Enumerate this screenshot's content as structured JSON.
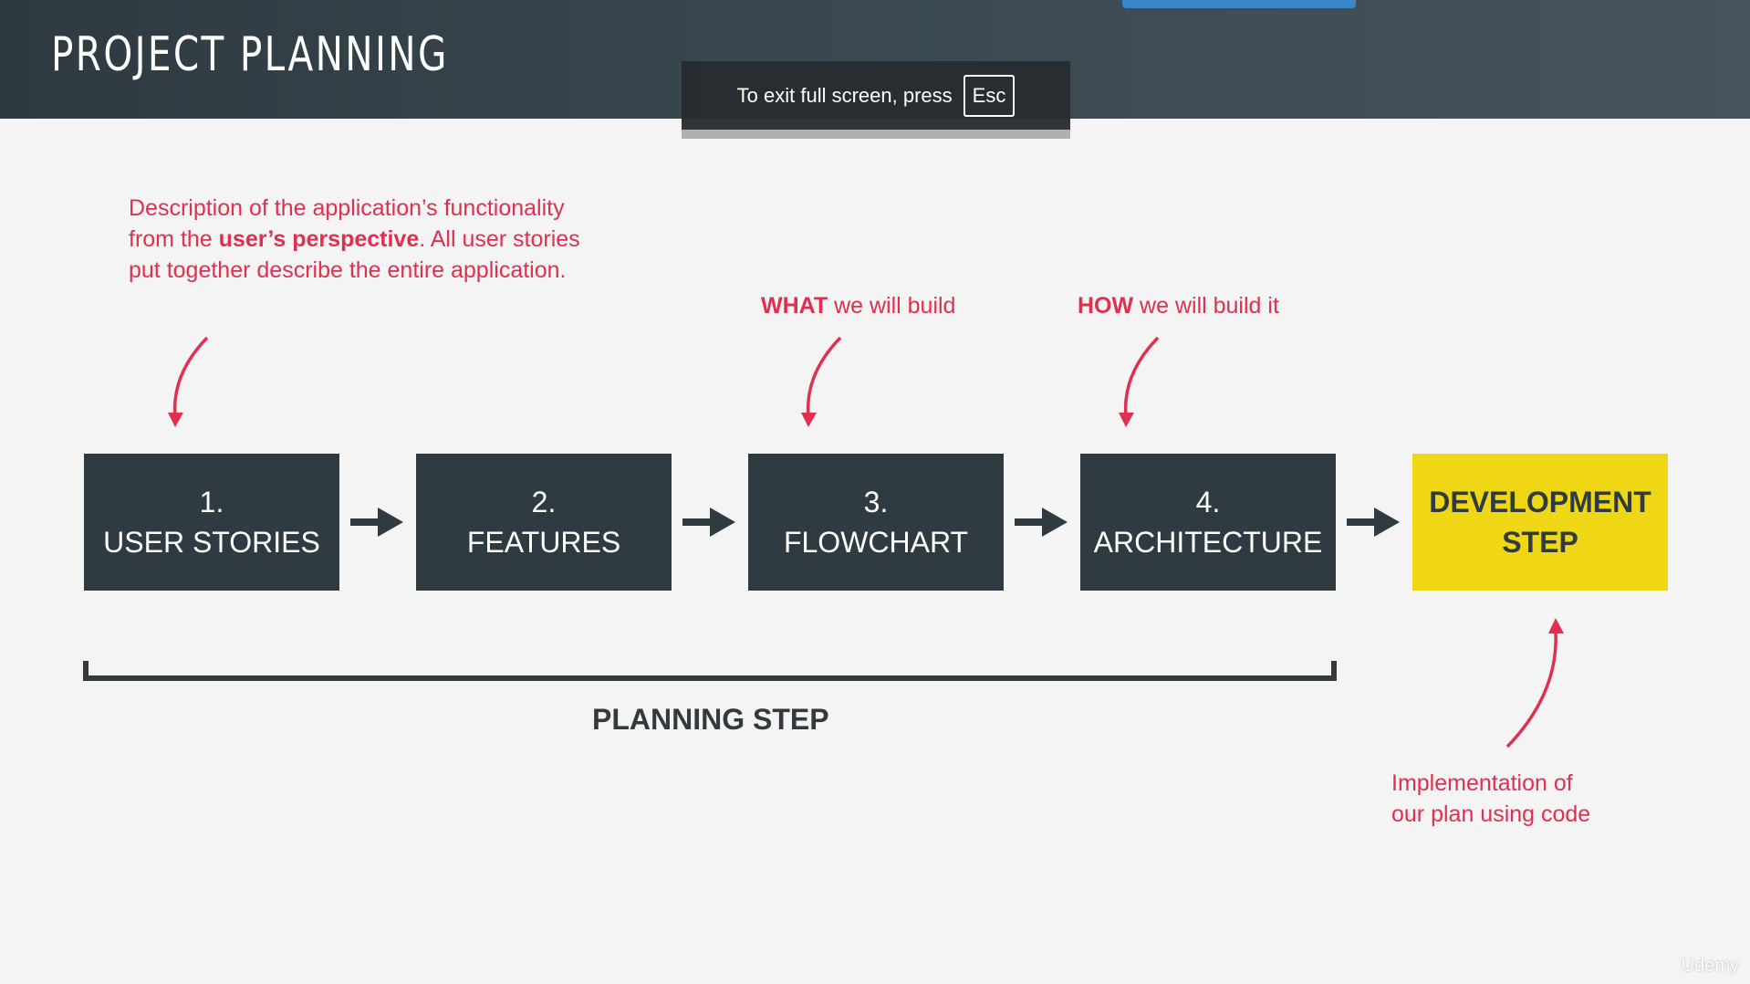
{
  "header": {
    "title": "PROJECT PLANNING"
  },
  "fullscreen_notice": {
    "text": "To exit full screen, press",
    "key": "Esc"
  },
  "annotations": {
    "user_stories": {
      "parts": [
        {
          "text": "Description of the application’s functionality from the ",
          "bold": false
        },
        {
          "text": "user’s perspective",
          "bold": true
        },
        {
          "text": ". All user stories put together describe the entire application.",
          "bold": false
        }
      ]
    },
    "flowchart": {
      "strong": "WHAT",
      "rest": " we will build"
    },
    "architecture": {
      "strong": "HOW",
      "rest": " we will build it"
    },
    "development": {
      "line1": "Implementation of",
      "line2": "our plan using code"
    }
  },
  "steps": [
    {
      "number": "1.",
      "label": "USER STORIES"
    },
    {
      "number": "2.",
      "label": "FEATURES"
    },
    {
      "number": "3.",
      "label": "FLOWCHART"
    },
    {
      "number": "4.",
      "label": "ARCHITECTURE"
    }
  ],
  "development_step": {
    "line1": "DEVELOPMENT",
    "line2": "STEP"
  },
  "planning_label": "PLANNING STEP",
  "watermark": "Udemy",
  "colors": {
    "header_bg": "#37454c",
    "box_bg": "#2f3b40",
    "dev_box_bg": "#efd716",
    "annotation_red": "#e0304f",
    "page_bg": "#f4f4f4"
  }
}
